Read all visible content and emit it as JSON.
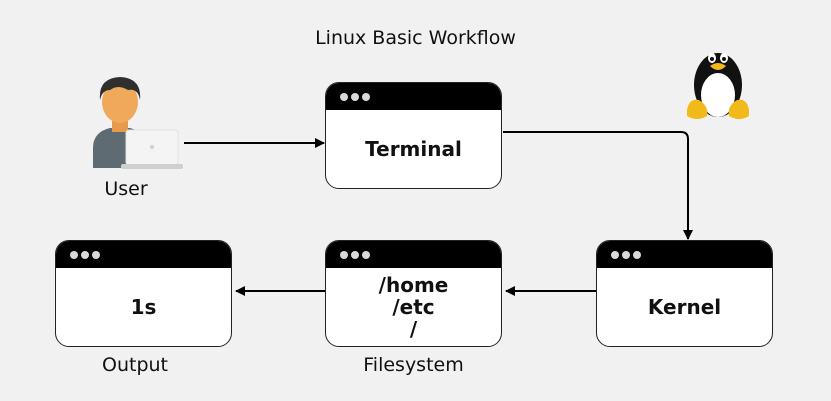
{
  "title": "Linux Basic Workflow",
  "user": {
    "label": "User",
    "icon": "user-with-laptop-icon"
  },
  "linux_logo": {
    "icon": "tux-penguin-icon"
  },
  "windows": {
    "terminal": {
      "content": [
        "Terminal"
      ]
    },
    "kernel": {
      "content": [
        "Kernel"
      ]
    },
    "filesystem": {
      "content": [
        "/home",
        "/etc",
        "/"
      ],
      "label": "Filesystem"
    },
    "output": {
      "content": [
        "1s"
      ],
      "label": "Output"
    }
  },
  "colors": {
    "background": "#f1f1f1",
    "window_bar": "#000000",
    "window_body": "#ffffff",
    "arrow": "#000000",
    "skin": "#f0a85a",
    "hair": "#2f2f2f",
    "shirt": "#5f6b73",
    "tux_yellow": "#f2b91a"
  }
}
